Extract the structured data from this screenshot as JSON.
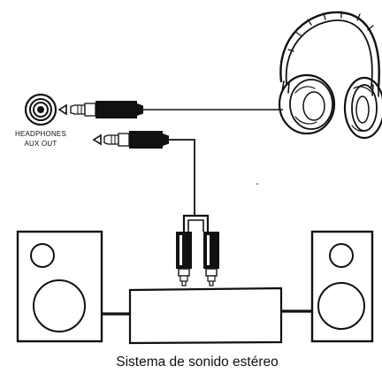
{
  "jack": {
    "label_line1": "HEADPHONES",
    "label_line2": "AUX OUT"
  },
  "caption": "Sistema de sonido estéreo",
  "colors": {
    "ink": "#111111",
    "background": "#ffffff"
  }
}
